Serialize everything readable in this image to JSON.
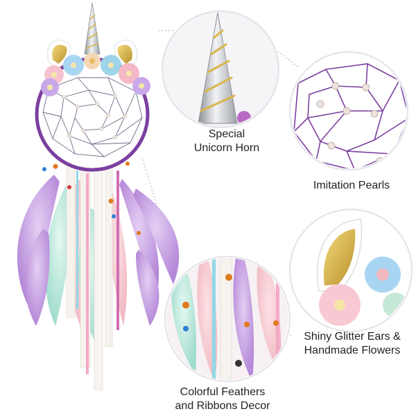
{
  "callouts": [
    {
      "id": "horn",
      "lines": [
        "Special",
        "Unicorn Horn"
      ]
    },
    {
      "id": "pearls",
      "lines": [
        "Imitation Pearls"
      ]
    },
    {
      "id": "ears",
      "lines": [
        "Shiny Glitter Ears &",
        "Handmade Flowers"
      ]
    },
    {
      "id": "feathers",
      "lines": [
        "Colorful Feathers",
        "and Ribbons Decor"
      ]
    }
  ],
  "colors": {
    "hoop": "#7b3fa0",
    "horn_silver": "#c8ccd2",
    "glitter_gold": "#d8b64a",
    "feather_purple": "#c49ae0",
    "feather_pink": "#f3c6cf",
    "feather_mint": "#a8e2d6",
    "lace_white": "#f6f2ee",
    "bead_orange": "#e07a1e",
    "bead_blue": "#2d7fd0",
    "guide_line": "#b9b9c6"
  },
  "icons": [
    "unicorn-horn",
    "glitter-ear",
    "pearl",
    "feather",
    "flower"
  ]
}
